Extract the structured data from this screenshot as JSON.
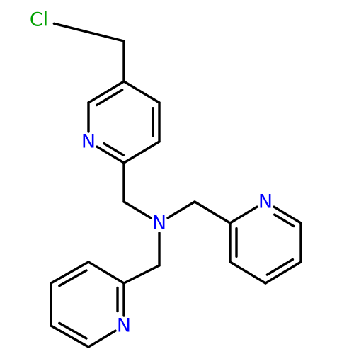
{
  "diagram": {
    "type": "skeletal-structure",
    "atom_labels": [
      {
        "id": "cl",
        "text": "Cl",
        "color": "#00a000"
      },
      {
        "id": "n1",
        "text": "N",
        "color": "#0000ff"
      },
      {
        "id": "n2",
        "text": "N",
        "color": "#0000ff"
      },
      {
        "id": "n3",
        "text": "N",
        "color": "#0000ff"
      },
      {
        "id": "n4",
        "text": "N",
        "color": "#0000ff"
      }
    ],
    "bond_color": "#000000",
    "background": "#ffffff"
  }
}
